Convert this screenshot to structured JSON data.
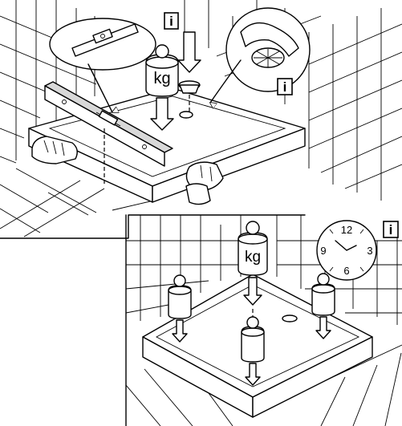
{
  "panel_top": {
    "weight_label": "kg",
    "info_marks": [
      "i",
      "i"
    ]
  },
  "panel_bottom": {
    "weight_label": "kg",
    "info_mark": "i",
    "clock": {
      "numbers": [
        "12",
        "3",
        "6",
        "9"
      ]
    }
  },
  "icons": [
    "spirit-level-icon",
    "weight-icon",
    "drain-strainer-icon",
    "hand-icon",
    "clock-icon",
    "info-icon",
    "arrow-down-icon"
  ]
}
